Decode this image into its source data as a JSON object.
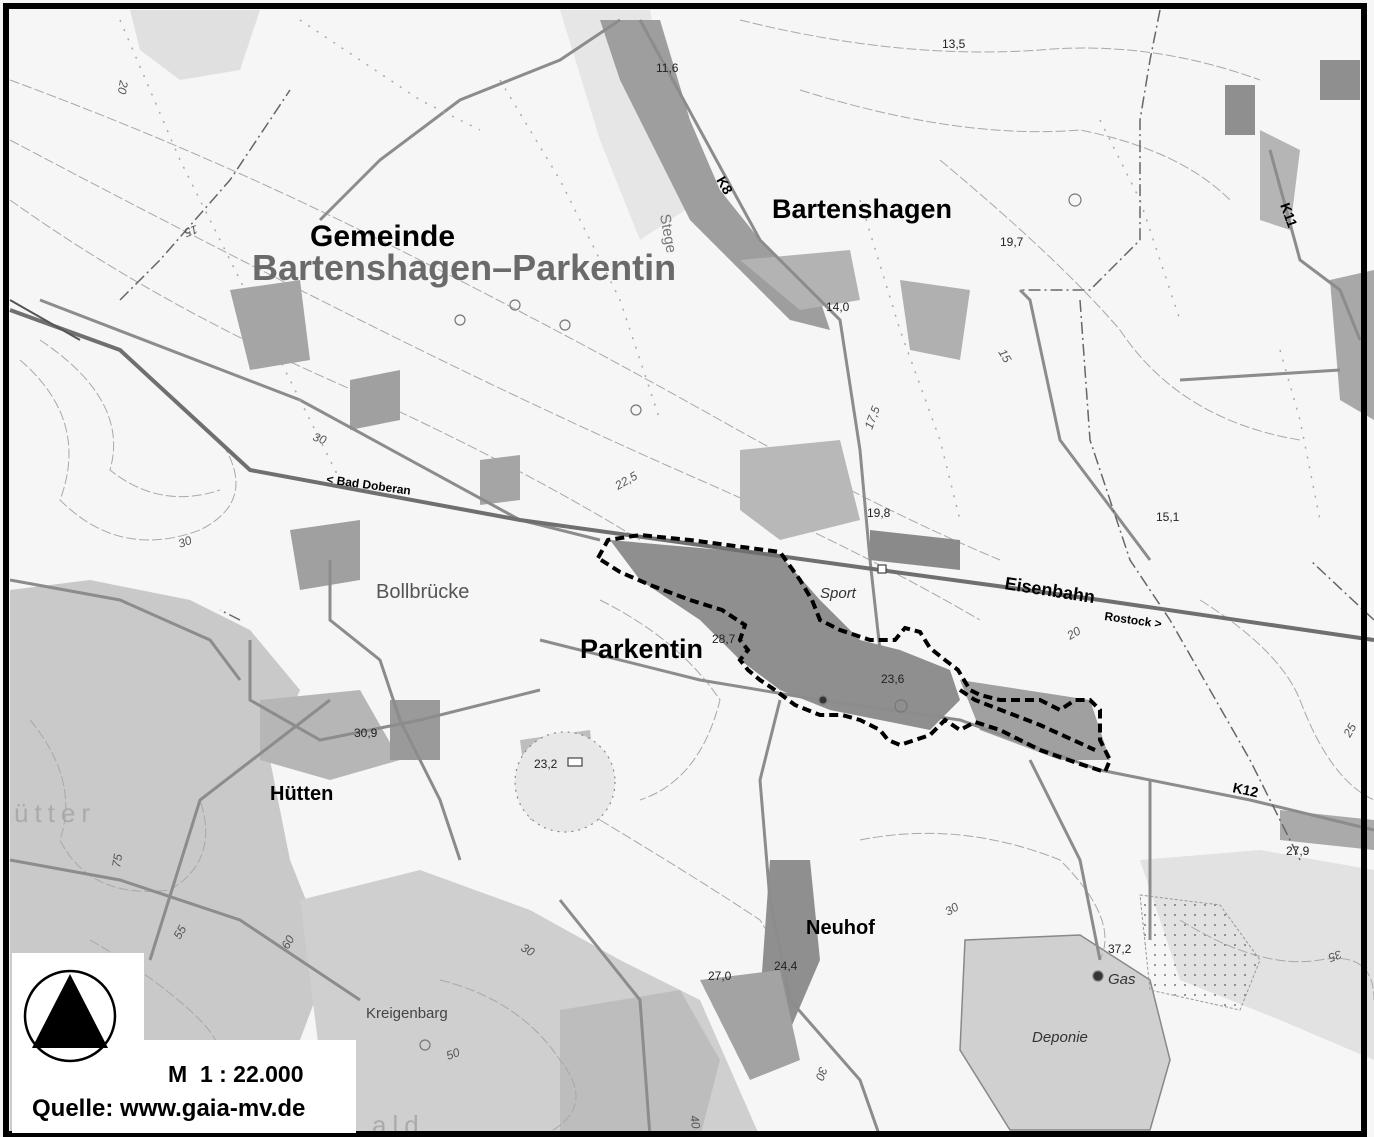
{
  "map": {
    "municipality_title_line1": "Gemeinde",
    "municipality_title_line2": "Bartenshagen–Parkentin",
    "places": {
      "bartenshagen": "Bartenshagen",
      "parkentin": "Parkentin",
      "huetten": "Hütten",
      "neuhof": "Neuhof",
      "bollbruecke": "Bollbrücke",
      "kreigenbarg": "Kreigenbarg",
      "deponie": "Deponie",
      "sport": "Sport",
      "gas": "Gas",
      "stege": "Stege",
      "huetter_fragment": "ütter",
      "wald_fragment": "ald"
    },
    "railway": {
      "label": "Eisenbahn",
      "to_bad_doberan": "< Bad Doberan",
      "to_rostock": "Rostock >"
    },
    "roads": {
      "k8": "K8",
      "k11": "K11",
      "k12": "K12"
    },
    "spot_heights": {
      "h1": "11,6",
      "h2": "13,5",
      "h3": "19,7",
      "h4": "14,0",
      "h5": "19,8",
      "h6": "15,1",
      "h7": "28,7",
      "h8": "23,6",
      "h9": "30,9",
      "h10": "23,2",
      "h11": "27,9",
      "h12": "37,2",
      "h13": "27,0",
      "h14": "24,4"
    },
    "contour_labels": {
      "c20a": "20",
      "c15a": "15",
      "c30a": "30",
      "c225": "22,5",
      "c30b": "30",
      "c175": "17,5",
      "c15b": "15",
      "c20b": "20",
      "c25": "25",
      "c75": "75",
      "c55": "55",
      "c60": "60",
      "c30c": "30",
      "c50": "50",
      "c30d": "30",
      "c40": "40",
      "c35": "35",
      "c30e": "30"
    },
    "colors": {
      "boundary": "#000000",
      "forest": "#c4c4c4",
      "settlement": "#9a9a9a",
      "roads": "#7a7a7a"
    }
  },
  "legend": {
    "north_icon": "north-arrow-icon",
    "scale": "M  1 : 22.000",
    "source": "Quelle: www.gaia-mv.de"
  }
}
